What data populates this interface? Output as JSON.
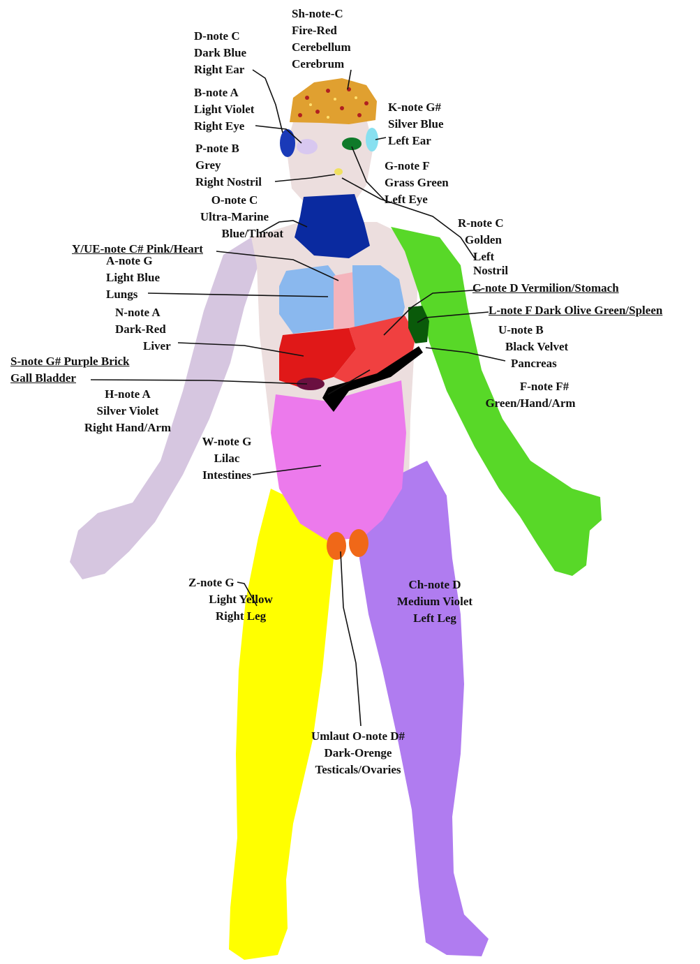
{
  "colors": {
    "brain": "#e0a030",
    "right_ear": "#1a3ab8",
    "right_eye": "#d8c8f0",
    "left_ear": "#88e0f0",
    "left_eye": "#0f7a2a",
    "nostril": "#f0e060",
    "throat": "#0a2aa0",
    "heart": "#f4b4bc",
    "lungs": "#8ab8ee",
    "liver": "#e01818",
    "stomach": "#f04040",
    "spleen": "#0a5a0a",
    "pancreas": "#000000",
    "gall_bladder": "#6a1040",
    "right_arm": "#d6c6e0",
    "left_arm": "#58d828",
    "intestines": "#ec7aec",
    "right_leg": "#ffff00",
    "left_leg": "#b07cf0",
    "testicals": "#f06818",
    "skin": "#ecdede"
  },
  "labels": {
    "brain": [
      "Sh-note-C",
      "Fire-Red",
      "Cerebellum",
      "Cerebrum"
    ],
    "right_ear": [
      "D-note C",
      "Dark Blue",
      "Right Ear"
    ],
    "right_eye": [
      "B-note A",
      "Light Violet",
      "Right Eye"
    ],
    "nostril_r": [
      "P-note B",
      "Grey",
      "Right Nostril"
    ],
    "throat": [
      "O-note C",
      "Ultra-Marine",
      "Blue/Throat"
    ],
    "heart": [
      "Y/UE-note C# Pink/Heart"
    ],
    "lungs": [
      "A-note G",
      "Light Blue",
      "Lungs"
    ],
    "liver": [
      "N-note A",
      "Dark-Red",
      "Liver"
    ],
    "gall": [
      "S-note G#  Purple Brick",
      "Gall Bladder"
    ],
    "right_arm": [
      "H-note A",
      "Silver Violet",
      "Right Hand/Arm"
    ],
    "intestines": [
      "W-note G",
      "Lilac",
      "Intestines"
    ],
    "right_leg": [
      "Z-note G",
      "Light Yellow",
      "Right Leg"
    ],
    "testicals": [
      "Umlaut O-note D#",
      "Dark-Orenge",
      "Testicals/Ovaries"
    ],
    "left_ear": [
      "K-note G#",
      "Silver Blue",
      "Left Ear"
    ],
    "left_eye": [
      "G-note F",
      "Grass Green",
      "Left Eye"
    ],
    "nostril_l": [
      "R-note C",
      "Golden",
      "Left",
      "Nostril"
    ],
    "stomach": [
      "C-note D Vermilion/Stomach"
    ],
    "spleen": [
      "L-note F Dark Olive Green/Spleen"
    ],
    "pancreas": [
      "U-note B",
      "Black Velvet",
      "Pancreas"
    ],
    "left_arm": [
      "F-note F#",
      "Green/Hand/Arm"
    ],
    "left_leg": [
      "Ch-note D",
      "Medium Violet",
      "Left Leg"
    ]
  }
}
